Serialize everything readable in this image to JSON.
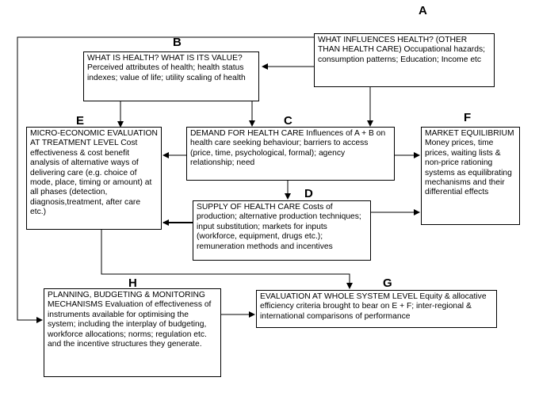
{
  "boxes": {
    "A": {
      "letter": "A",
      "text": "WHAT INFLUENCES HEALTH? (OTHER THAN HEALTH CARE) Occupational hazards; consumption patterns; Education; Income etc"
    },
    "B": {
      "letter": "B",
      "text": "WHAT IS HEALTH? WHAT IS ITS VALUE? Perceived attributes of health; health status indexes; value of life; utility scaling of health"
    },
    "C": {
      "letter": "C",
      "text": "DEMAND FOR HEALTH CARE Influences of A + B on health care seeking behaviour; barriers to access (price, time, psychological, formal); agency relationship; need"
    },
    "D": {
      "letter": "D",
      "text": "SUPPLY OF HEALTH CARE Costs of production; alternative production techniques; input substitution; markets for inputs (workforce, equipment, drugs etc.); remuneration methods and incentives"
    },
    "E": {
      "letter": "E",
      "text": "MICRO-ECONOMIC EVALUATION AT TREATMENT LEVEL Cost effectiveness & cost benefit analysis of alternative ways of delivering care (e.g. choice of mode, place, timing or amount) at all phases (detection, diagnosis,treatment, after care etc.)"
    },
    "F": {
      "letter": "F",
      "text": "MARKET EQUILIBRIUM Money prices, time prices, waiting lists & non-price rationing systems as equilibrating mechanisms and their differential effects"
    },
    "G": {
      "letter": "G",
      "text": "EVALUATION AT WHOLE SYSTEM LEVEL Equity & allocative efficiency criteria brought to bear on E + F; inter-regional & international comparisons of performance"
    },
    "H": {
      "letter": "H",
      "text": "PLANNING, BUDGETING & MONITORING MECHANISMS Evaluation of effectiveness of instruments available for optimising the system; including the interplay of budgeting, workforce allocations; norms; regulation etc. and the incentive structures they generate."
    }
  }
}
